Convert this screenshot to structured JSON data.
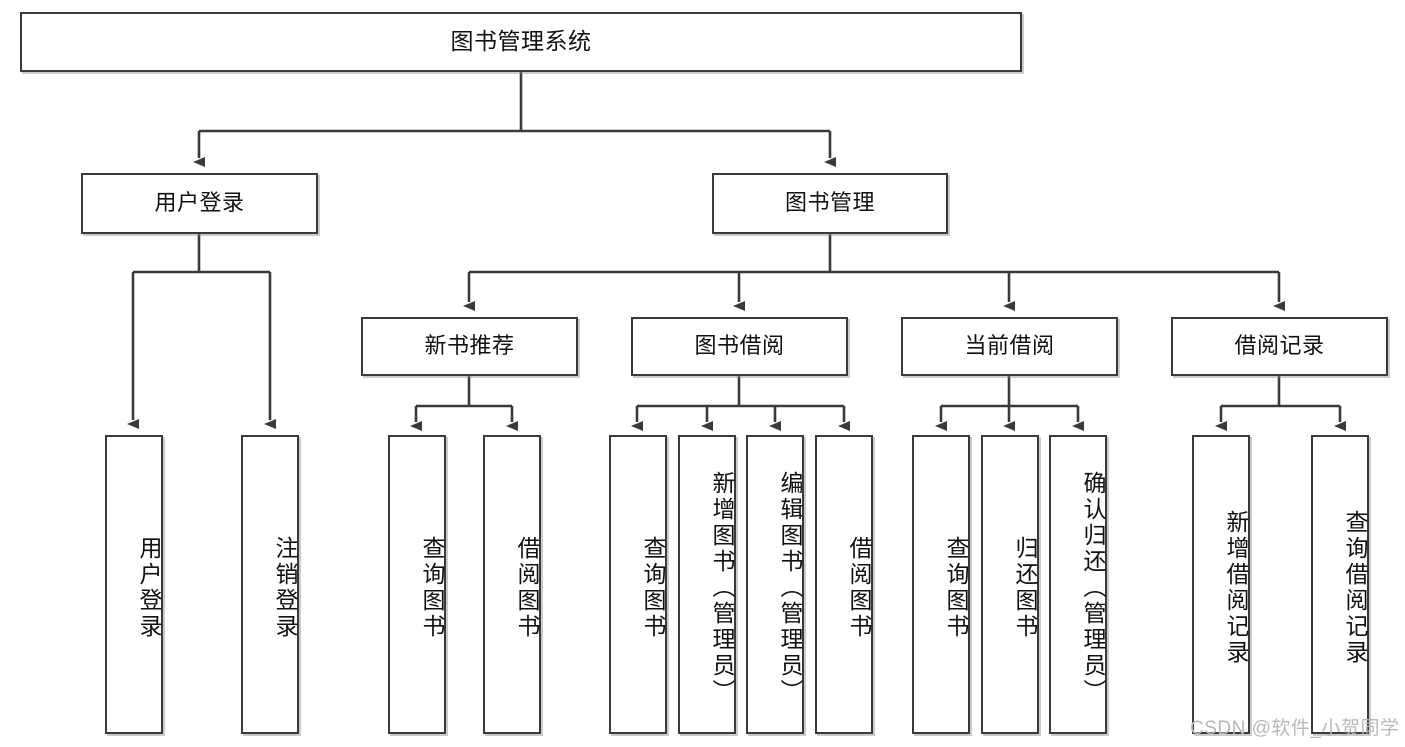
{
  "diagram": {
    "title": "图书管理系统",
    "watermark": "CSDN @软件_小贺同学",
    "colors": {
      "box_border": "#3a3a3a",
      "box_fill": "#ffffff",
      "edge": "#3a3a3a",
      "watermark": "#b9b9b9",
      "background": "#ffffff"
    },
    "levels": {
      "root": {
        "label": "图书管理系统"
      },
      "level2": [
        {
          "id": "user-login",
          "label": "用户登录"
        },
        {
          "id": "book-management",
          "label": "图书管理"
        }
      ],
      "level3": [
        {
          "id": "new-book-recommend",
          "label": "新书推荐"
        },
        {
          "id": "book-borrow",
          "label": "图书借阅"
        },
        {
          "id": "current-borrow",
          "label": "当前借阅"
        },
        {
          "id": "borrow-record",
          "label": "借阅记录"
        }
      ],
      "leaves": [
        {
          "id": "leaf-user-login",
          "label": "用户登录",
          "parent": "user-login"
        },
        {
          "id": "leaf-logout-login",
          "label": "注销登录",
          "parent": "user-login"
        },
        {
          "id": "leaf-query-book-1",
          "label": "查询图书",
          "parent": "new-book-recommend"
        },
        {
          "id": "leaf-borrow-book-1",
          "label": "借阅图书",
          "parent": "new-book-recommend"
        },
        {
          "id": "leaf-query-book-2",
          "label": "查询图书",
          "parent": "book-borrow"
        },
        {
          "id": "leaf-add-book-admin",
          "label": "新增图书（管理员）",
          "parent": "book-borrow"
        },
        {
          "id": "leaf-edit-book-admin",
          "label": "编辑图书（管理员）",
          "parent": "book-borrow"
        },
        {
          "id": "leaf-borrow-book-2",
          "label": "借阅图书",
          "parent": "book-borrow"
        },
        {
          "id": "leaf-query-book-3",
          "label": "查询图书",
          "parent": "current-borrow"
        },
        {
          "id": "leaf-return-book",
          "label": "归还图书",
          "parent": "current-borrow"
        },
        {
          "id": "leaf-confirm-return-admin",
          "label": "确认归还（管理员）",
          "parent": "current-borrow"
        },
        {
          "id": "leaf-add-borrow-record",
          "label": "新增借阅记录",
          "parent": "borrow-record"
        },
        {
          "id": "leaf-query-borrow-record",
          "label": "查询借阅记录",
          "parent": "borrow-record"
        }
      ]
    }
  }
}
